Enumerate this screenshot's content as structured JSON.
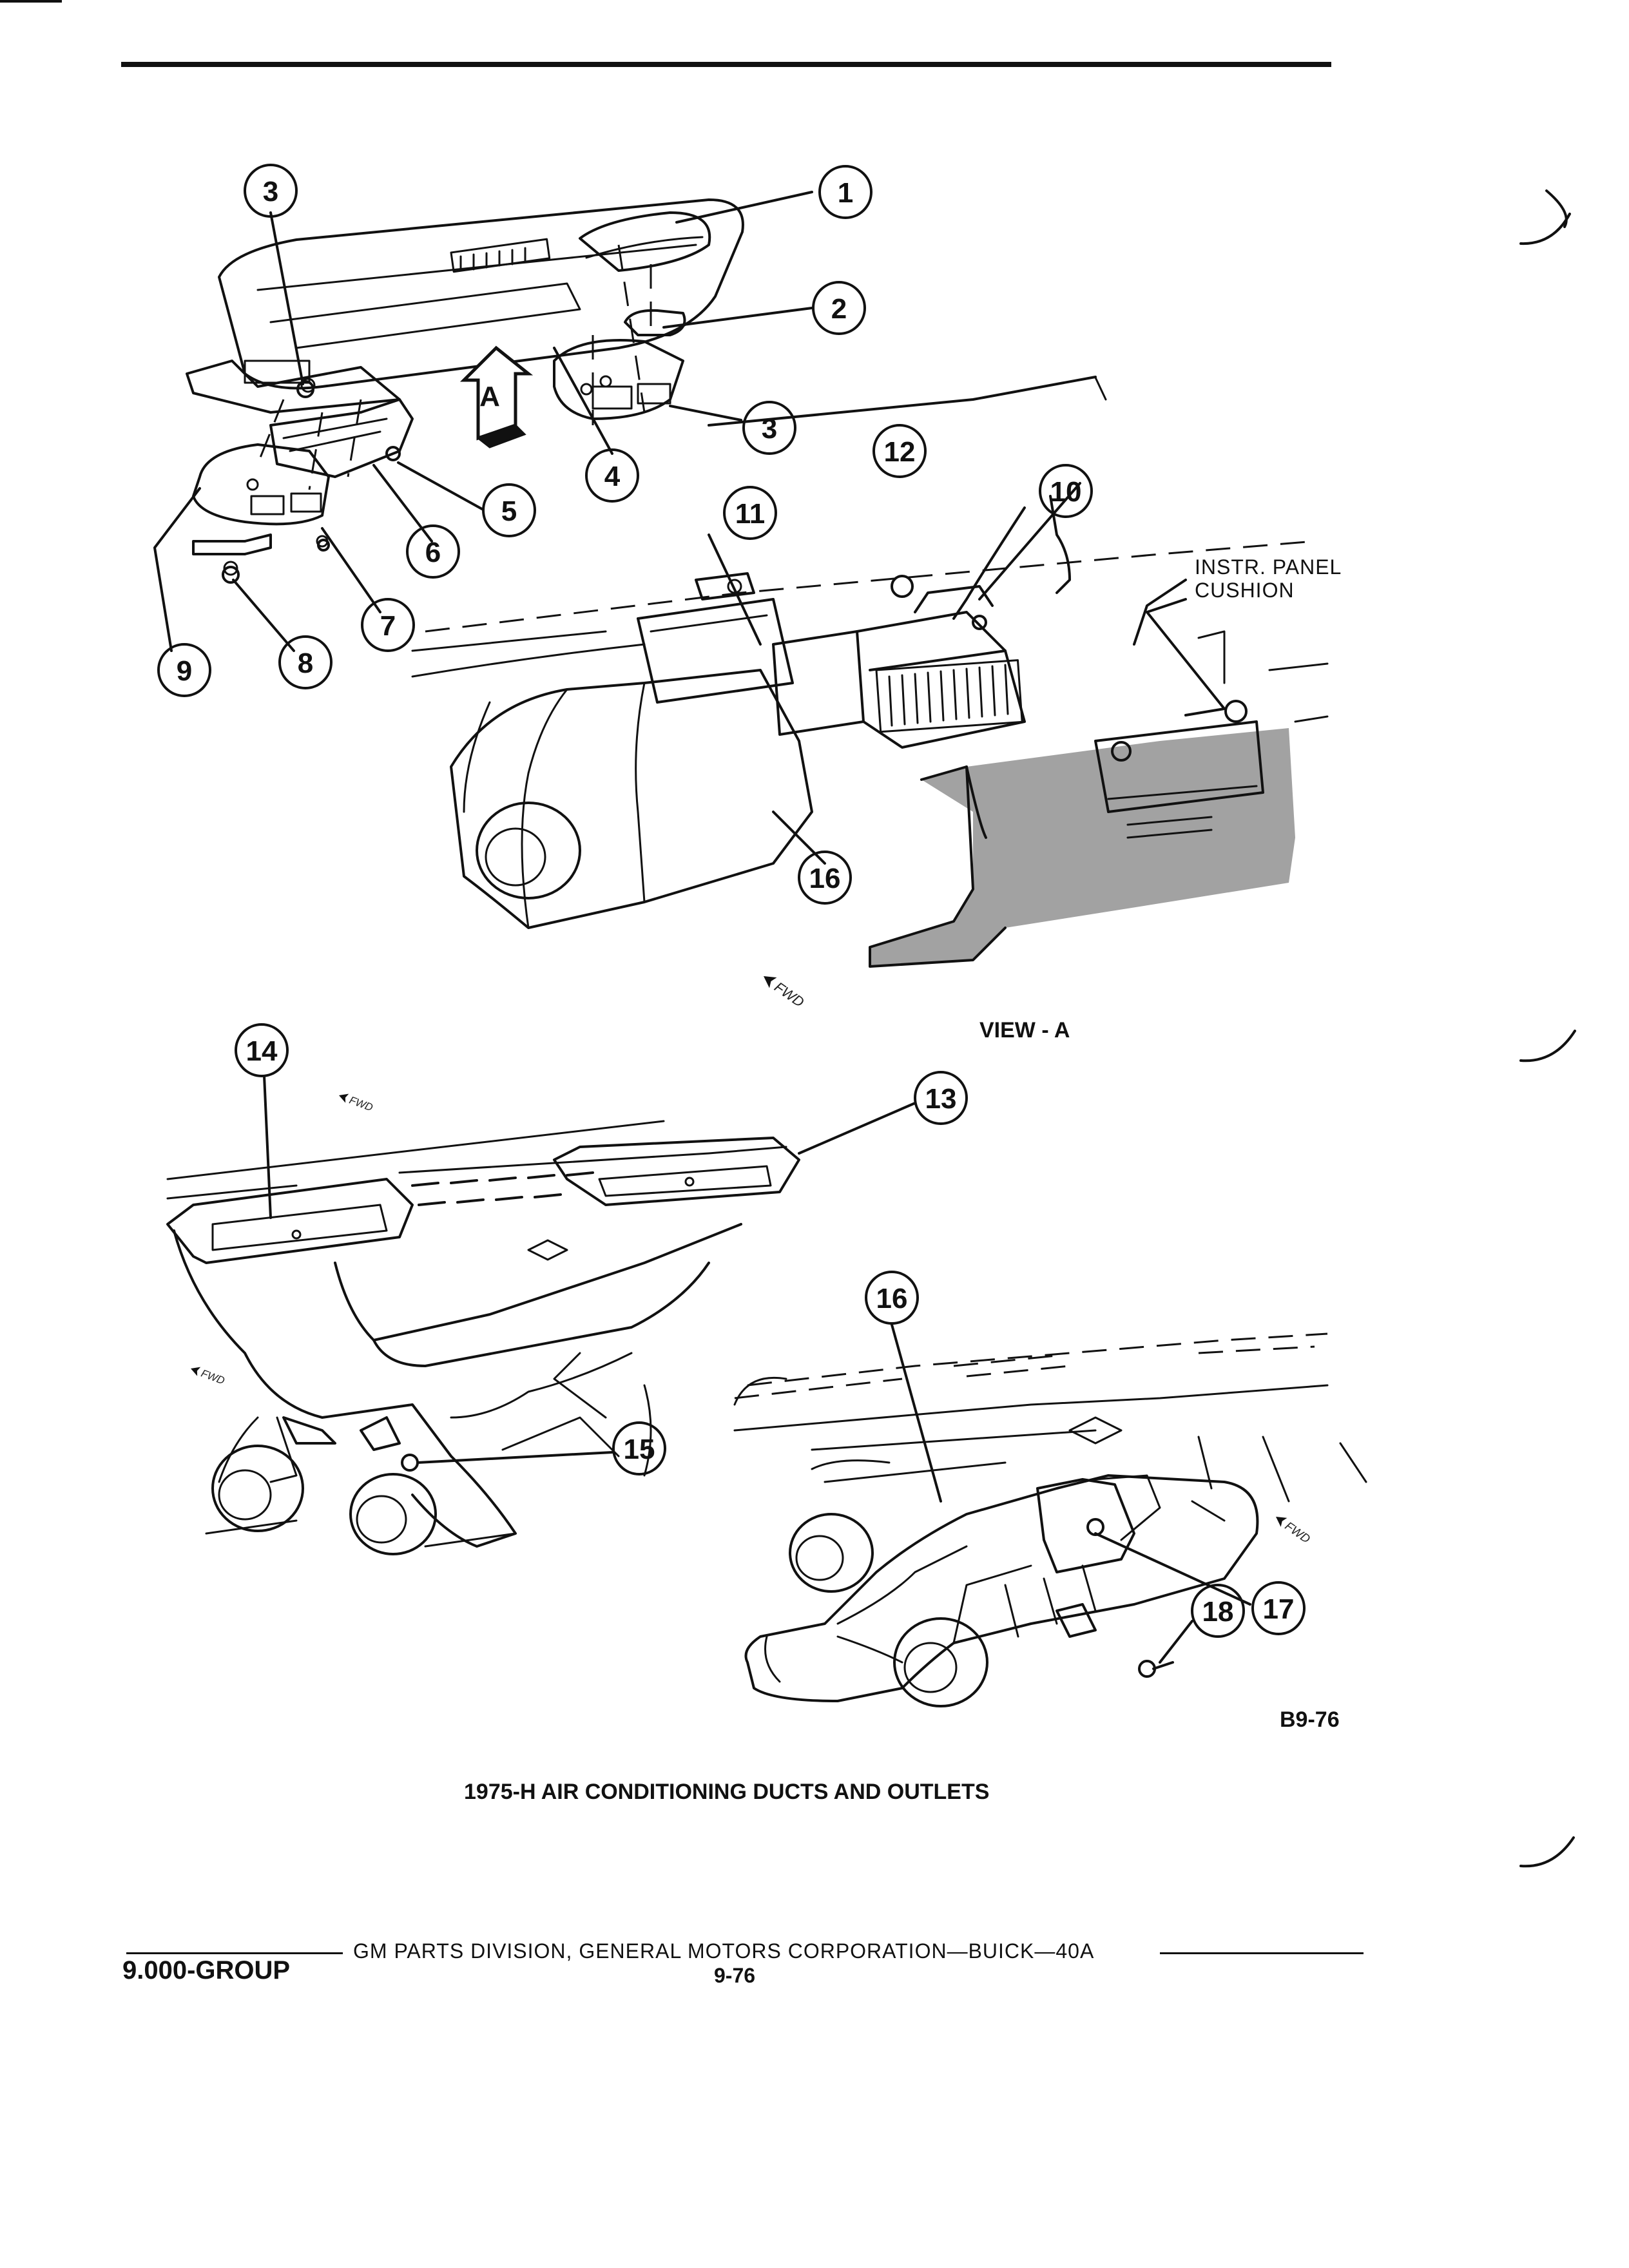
{
  "callouts": {
    "c1": "1",
    "c2": "2",
    "c3a": "3",
    "c3b": "3",
    "c4": "4",
    "c5": "5",
    "c6": "6",
    "c7": "7",
    "c8": "8",
    "c9": "9",
    "c10": "10",
    "c11": "11",
    "c12": "12",
    "c13": "13",
    "c14": "14",
    "c15": "15",
    "c16a": "16",
    "c16b": "16",
    "c17": "17",
    "c18": "18"
  },
  "view_arrow_letter": "A",
  "instr_panel_label_line1": "INSTR. PANEL",
  "instr_panel_label_line2": "CUSHION",
  "view_label": "VIEW - A",
  "fwd_label": "FWD",
  "figure_code": "B9-76",
  "caption": "1975-H AIR CONDITIONING DUCTS AND OUTLETS",
  "footer": {
    "group": "9.000-GROUP",
    "publisher": "GM PARTS DIVISION, GENERAL MOTORS CORPORATION—BUICK—40A",
    "page": "9-76"
  }
}
